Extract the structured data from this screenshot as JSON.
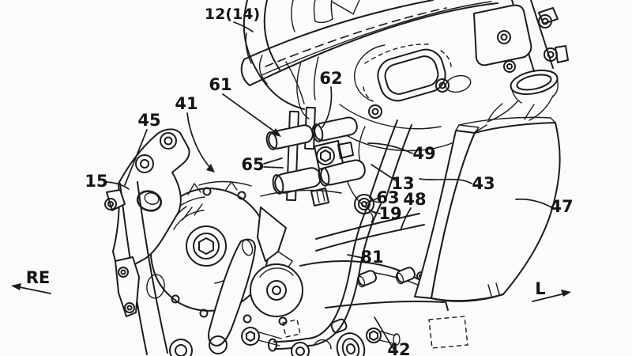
{
  "drawing": {
    "kind": "patent-style line drawing",
    "subject": "motorcycle engine, frame and intake assembly",
    "background_color": "#fbfbfa",
    "line_color": "#1c1c1c"
  },
  "labels": {
    "l12_14": "12(14)",
    "l61": "61",
    "l62": "62",
    "l41": "41",
    "l45": "45",
    "l65": "65",
    "l15": "15",
    "l49": "49",
    "l13": "13",
    "l63": "63",
    "l19": "19",
    "l48": "48",
    "l43": "43",
    "l47": "47",
    "l81": "81",
    "l42": "42"
  },
  "direction_arrows": {
    "rear": "RE",
    "left": "L"
  }
}
